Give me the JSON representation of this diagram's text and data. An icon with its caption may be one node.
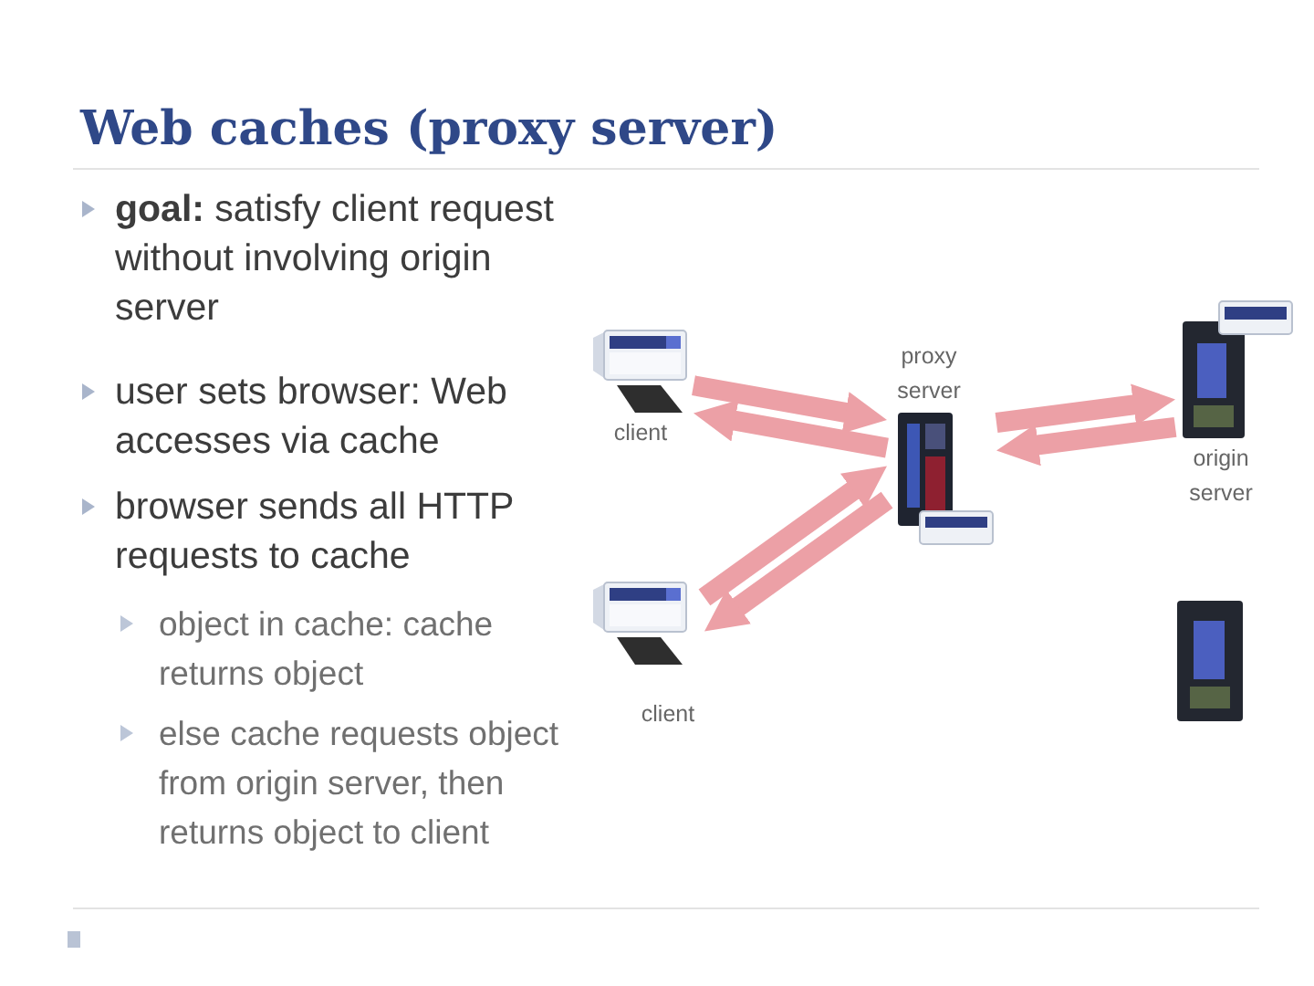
{
  "diagram": {
    "title": "Web caches (proxy server)",
    "nodes": [
      {
        "text": [
          "client"
        ]
      },
      {
        "text": [
          "proxy server"
        ]
      },
      {
        "text": [
          "origin server"
        ]
      },
      {
        "text": [
          "client"
        ]
      },
      {
        "text": [],
        "shape": "picture"
      }
    ],
    "edges": [
      {
        "from": 0,
        "to": 1,
        "arrow": "to"
      },
      {
        "from": 1,
        "to": 0,
        "arrow": "to"
      },
      {
        "from": 1,
        "to": 2,
        "arrow": "to"
      },
      {
        "from": 2,
        "to": 1,
        "arrow": "to"
      },
      {
        "from": 3,
        "to": 1,
        "arrow": "to"
      },
      {
        "from": 1,
        "to": 3,
        "arrow": "to"
      }
    ],
    "labels": [
      "**goal:** satisfy client request without involving origin server",
      "user sets browser: Web accesses via cache",
      "browser sends all HTTP requests to cache",
      "object in cache: cache returns object",
      "else cache requests object from origin server, then returns object to client"
    ]
  }
}
